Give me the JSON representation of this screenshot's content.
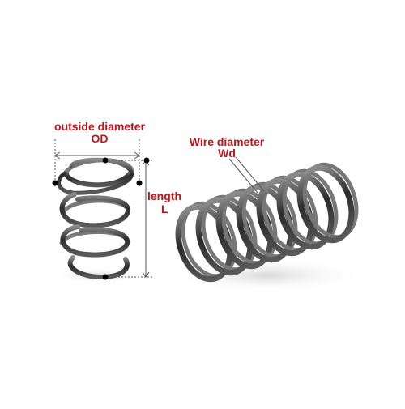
{
  "labels": {
    "outside_diameter": "outside diameter",
    "od": "OD",
    "length": "length",
    "l": "L",
    "wire_diameter": "Wire diameter",
    "wd": "Wd"
  },
  "colors": {
    "label": "#c0141a",
    "dimension_line": "#555555",
    "marker": "#000000",
    "spring_steel": "#3a3a3a"
  }
}
